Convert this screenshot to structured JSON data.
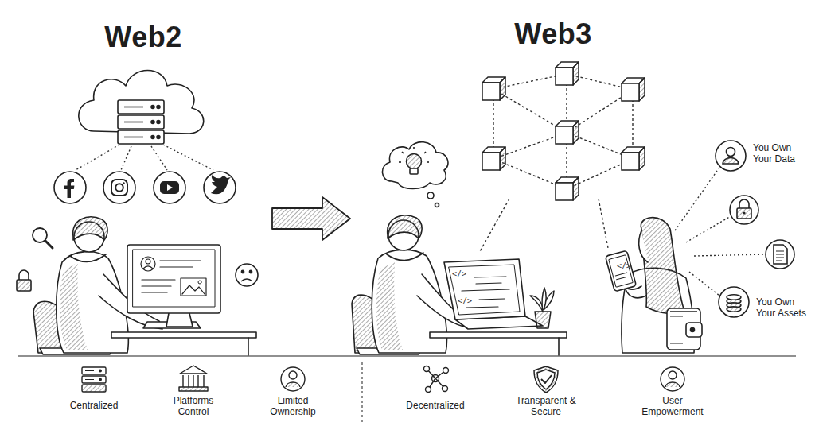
{
  "diagram": {
    "nodes": [
      {
        "text": [
          "You Own Your Data"
        ]
      },
      {
        "text": [
          "You Own Your Assets"
        ]
      }
    ],
    "labels": [
      "Web2",
      "Web3",
      "</>",
      "</>",
      "</>",
      "Centralized",
      "Platforms Control",
      "Limited Ownership",
      "Decentralized",
      "Transparent & Secure",
      "User Empowerment"
    ]
  }
}
